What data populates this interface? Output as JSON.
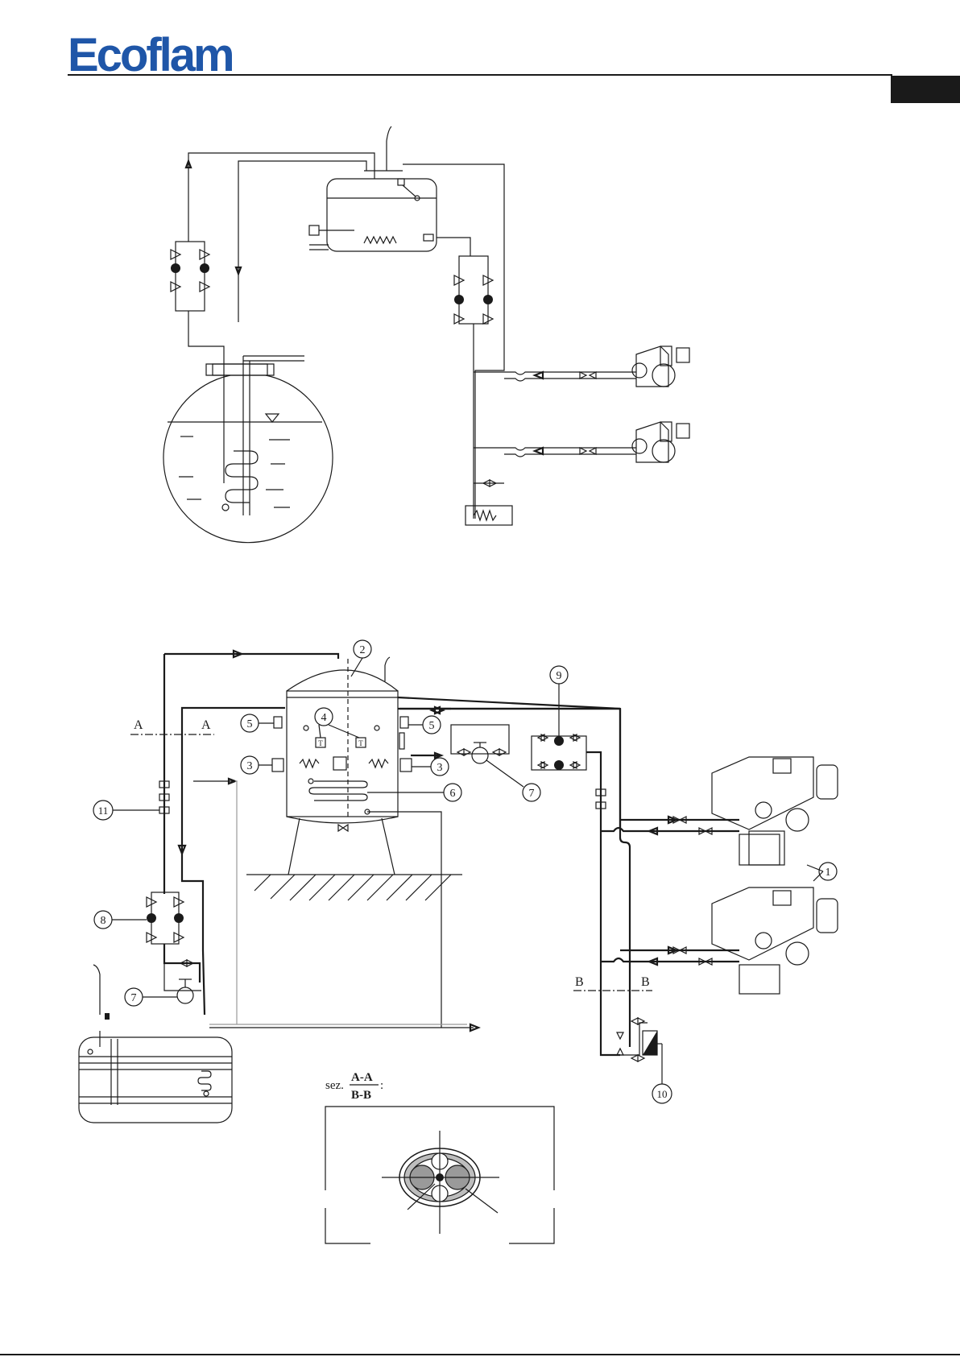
{
  "header": {
    "logo_text": "Ecoflam",
    "brand_color": "#1f56a8"
  },
  "callouts": [
    "1",
    "2",
    "3",
    "4",
    "5",
    "6",
    "7",
    "8",
    "9",
    "10",
    "11"
  ],
  "section_marks": {
    "a_left": "A",
    "a_right": "A",
    "b_left": "B",
    "b_right": "B"
  },
  "section_label": {
    "prefix": "sez.",
    "top": "A-A",
    "bottom": "B-B",
    "suffix": ":"
  },
  "sensor_labels": {
    "thermostat_left": "T",
    "thermostat_right": "T"
  }
}
